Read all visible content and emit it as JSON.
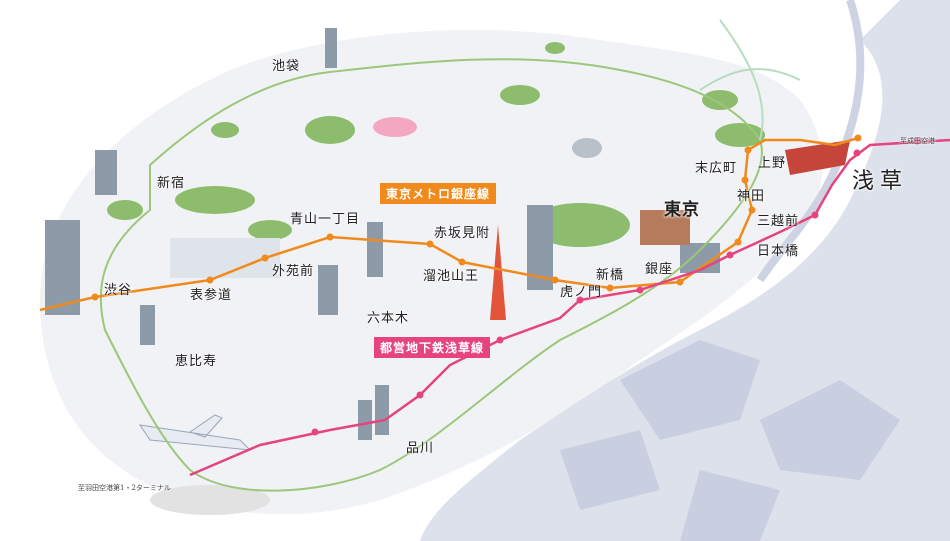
{
  "lines": {
    "ginza": {
      "label": "東京メトロ銀座線",
      "color": "#f08a1c"
    },
    "asakusa": {
      "label": "都営地下鉄浅草線",
      "color": "#e5447f"
    },
    "jr_loop": {
      "color": "#9cc77a"
    }
  },
  "stations": {
    "ikebukuro": "池袋",
    "shinjuku": "新宿",
    "shibuya": "渋谷",
    "omotesando": "表参道",
    "gaienmae": "外苑前",
    "aoyama": "青山一丁目",
    "akasaka": "赤坂見附",
    "tameike": "溜池山王",
    "roppongi": "六本木",
    "ebisu": "恵比寿",
    "toranomon": "虎ノ門",
    "shimbashi": "新橋",
    "ginza": "銀座",
    "tokyo": "東京",
    "nihonbashi": "日本橋",
    "mitsukoshimae": "三越前",
    "kanda": "神田",
    "suehirocho": "末広町",
    "ueno": "上野",
    "asakusa": "浅草",
    "shinagawa": "品川"
  },
  "airports": {
    "narita": "至成田空港",
    "haneda": "至羽田空港第1・2ターミナル"
  },
  "colors": {
    "water": "#dfe3ef",
    "land": "#f4f5f7",
    "green": "#5f9e3d"
  }
}
